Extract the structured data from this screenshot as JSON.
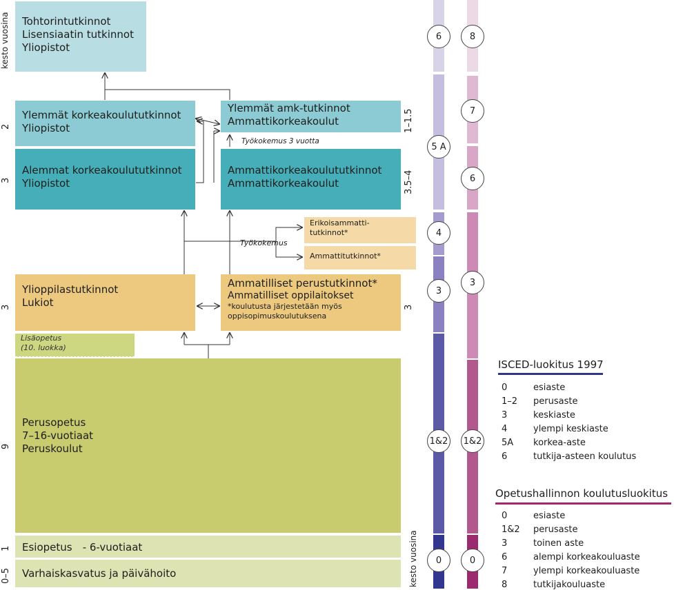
{
  "boxes": {
    "doctoral": {
      "line1": "Tohtorintutkinnot",
      "line2": "Lisensiaatin tutkinnot",
      "line3": "Yliopistot"
    },
    "higher_uni": {
      "line1": "Ylemmät korkeakoulututkinnot",
      "line2": "Yliopistot"
    },
    "higher_amk": {
      "line1": "Ylemmät amk-tutkinnot",
      "line2": "Ammattikorkeakoulut"
    },
    "lower_uni": {
      "line1": "Alemmat korkeakoulututkinnot",
      "line2": "Yliopistot"
    },
    "amk": {
      "line1": "Ammattikorkeakoulututkinnot",
      "line2": "Ammattikorkeakoulut"
    },
    "specialist": {
      "line1": "Erikoisammatti-",
      "line2": "tutkinnot*"
    },
    "vocational_q": {
      "line1": "Ammattitutkinnot*"
    },
    "matric": {
      "line1": "Ylioppilastutkinnot",
      "line2": "Lukiot"
    },
    "vocational": {
      "line1": "Ammatilliset perustutkinnot*",
      "line2": "Ammatilliset oppilaitokset",
      "line3": "*koulutusta järjestetään myös",
      "line4": "oppisopimuskoulutuksena"
    },
    "additional": {
      "line1": "Lisäopetus",
      "line2": "(10. luokka)"
    },
    "basic": {
      "line1": "Perusopetus",
      "line2": "7–16-vuotiaat",
      "line3": "Peruskoulut"
    },
    "preprimary": {
      "line1": "Esiopetus",
      "line2": "- 6-vuotiaat"
    },
    "ecec": {
      "line1": "Varhaiskasvatus ja päivähoito"
    }
  },
  "annotations": {
    "work_exp_3": "Työkokemus 3 vuotta",
    "work_exp": "Työkokemus"
  },
  "left_durations": {
    "label": "kesto vuosina",
    "doctoral_higher": "2",
    "lower": "3",
    "upper_secondary": "3",
    "basic": "9",
    "preprimary": "1",
    "ecec": "0–5"
  },
  "right_durations": {
    "label": "kesto vuosina",
    "higher_amk": "1–1.5",
    "amk": "3.5–4",
    "vocational": "3"
  },
  "isced_bar": {
    "levels": [
      "6",
      "5 A",
      "4",
      "3",
      "1&2",
      "0"
    ],
    "colors": [
      "#d9d3e8",
      "#c5bedf",
      "#a59ccd",
      "#8a82c0",
      "#5c5aa7",
      "#33368f"
    ]
  },
  "oph_bar": {
    "levels": [
      "8",
      "7",
      "6",
      "3",
      "1&2",
      "0"
    ],
    "colors": [
      "#ecd9e6",
      "#dfb8d1",
      "#d9a6c6",
      "#cc8ab5",
      "#b3588f",
      "#9c2a6f"
    ]
  },
  "legend_isced": {
    "title": "ISCED-luokitus 1997",
    "accent": "#2f3587",
    "rows": [
      {
        "k": "0",
        "v": "esiaste"
      },
      {
        "k": "1–2",
        "v": "perusaste"
      },
      {
        "k": "3",
        "v": "keskiaste"
      },
      {
        "k": "4",
        "v": "ylempi keskiaste"
      },
      {
        "k": "5A",
        "v": "korkea-aste"
      },
      {
        "k": "6",
        "v": "tutkija-asteen koulutus"
      }
    ]
  },
  "legend_oph": {
    "title": "Opetushallinnon koulutusluokitus",
    "accent": "#a3276f",
    "rows": [
      {
        "k": "0",
        "v": "esiaste"
      },
      {
        "k": "1&2",
        "v": "perusaste"
      },
      {
        "k": "3",
        "v": "toinen aste"
      },
      {
        "k": "6",
        "v": "alempi korkeakouluaste"
      },
      {
        "k": "7",
        "v": "ylempi korkeakouluaste"
      },
      {
        "k": "8",
        "v": "tutkijakouluaste"
      }
    ]
  }
}
